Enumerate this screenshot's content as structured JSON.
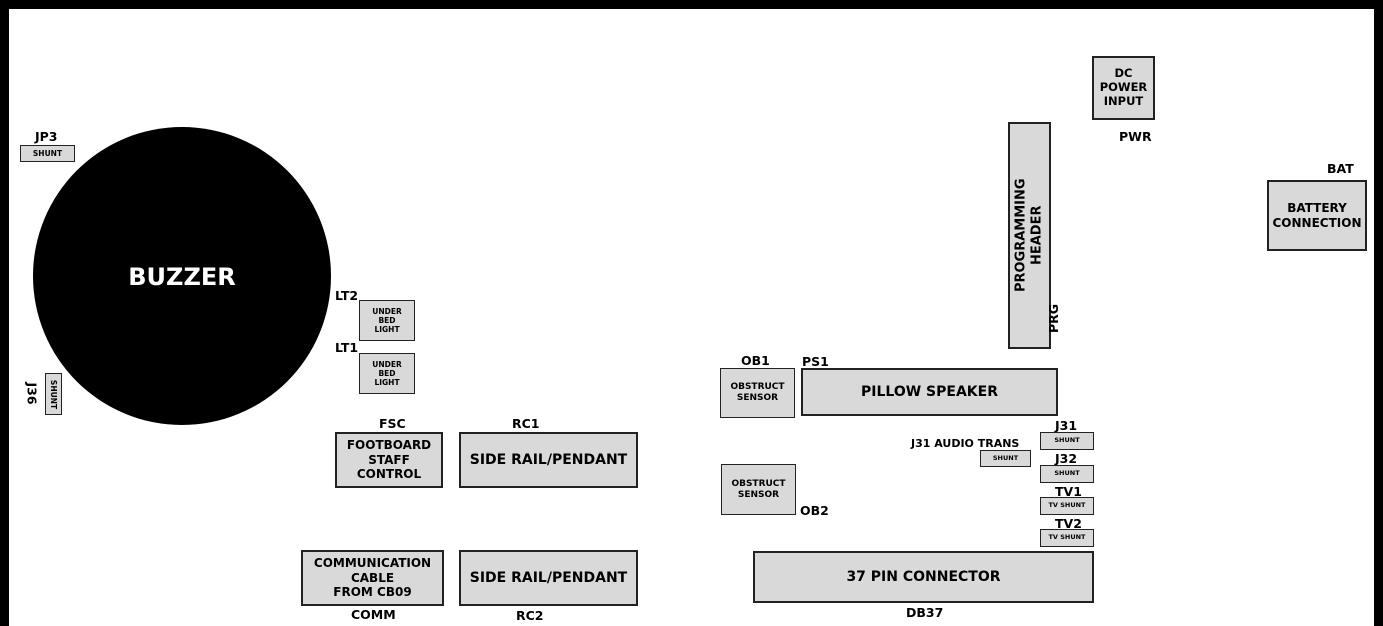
{
  "buzzer": "BUZZER",
  "jp3": {
    "label": "JP3",
    "shunt": "SHUNT"
  },
  "j36": {
    "label": "J36",
    "shunt": "SHUNT"
  },
  "lt2": {
    "label": "LT2",
    "text": [
      "UNDER",
      "BED",
      "LIGHT"
    ]
  },
  "lt1": {
    "label": "LT1",
    "text": [
      "UNDER",
      "BED",
      "LIGHT"
    ]
  },
  "fsc": {
    "label": "FSC",
    "text": [
      "FOOTBOARD",
      "STAFF",
      "CONTROL"
    ]
  },
  "rc1": {
    "label": "RC1",
    "text": "SIDE RAIL/PENDANT"
  },
  "rc2": {
    "label": "RC2",
    "text": "SIDE RAIL/PENDANT"
  },
  "comm": {
    "label": "COMM",
    "text": [
      "COMMUNICATION",
      "CABLE",
      "FROM CB09"
    ]
  },
  "ob1": {
    "label": "OB1",
    "text": [
      "OBSTRUCT",
      "SENSOR"
    ]
  },
  "ob2": {
    "label": "OB2",
    "text": [
      "OBSTRUCT",
      "SENSOR"
    ]
  },
  "ps1": {
    "label": "PS1",
    "text": "PILLOW SPEAKER"
  },
  "prg": {
    "label": "PRG",
    "text": [
      "PROGRAMMING",
      "HEADER"
    ]
  },
  "pwr": {
    "label": "PWR",
    "text": [
      "DC",
      "POWER",
      "INPUT"
    ]
  },
  "bat": {
    "label": "BAT",
    "text": [
      "BATTERY",
      "CONNECTION"
    ]
  },
  "j31": {
    "label": "J31",
    "shunt": "SHUNT"
  },
  "j32": {
    "label": "J32",
    "shunt": "SHUNT"
  },
  "audio_trans": {
    "label": "J31 AUDIO  TRANS",
    "shunt": "SHUNT"
  },
  "tv1": {
    "label": "TV1",
    "shunt": "TV SHUNT"
  },
  "tv2": {
    "label": "TV2",
    "shunt": "TV SHUNT"
  },
  "db37": {
    "label": "DB37",
    "text": "37 PIN CONNECTOR"
  }
}
